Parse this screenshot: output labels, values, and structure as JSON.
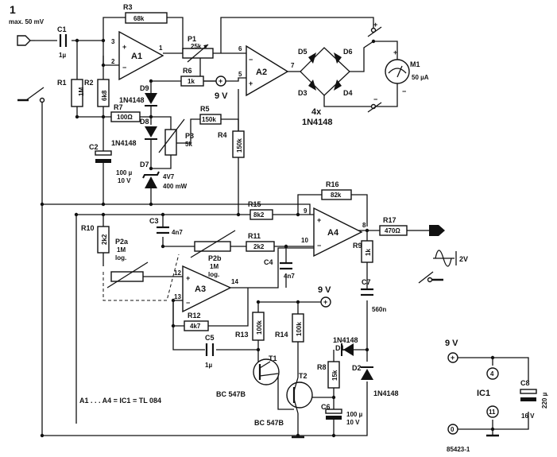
{
  "figure_number": "1",
  "input_label": "max. 50 mV",
  "supply_plus": "9 V",
  "output_amplitude": "2V",
  "ic_note": "A1 . . . A4 = IC1 = TL 084",
  "diagram_id": "85423-1",
  "amplifiers": {
    "a1": "A1",
    "a2": "A2",
    "a3": "A3",
    "a4": "A4"
  },
  "pins": {
    "a1_in_plus": "3",
    "a1_in_minus": "2",
    "a1_out": "1",
    "a2_in_plus": "6",
    "a2_in_minus": "5",
    "a2_out": "7",
    "a3_in_plus": "12",
    "a3_in_minus": "13",
    "a3_out": "14",
    "a4_in_plus": "9",
    "a4_in_minus": "10",
    "a4_out": "8",
    "ic1_vcc": "4",
    "ic1_gnd": "11"
  },
  "resistors": {
    "r1": {
      "name": "R1",
      "value": "1M"
    },
    "r2": {
      "name": "R2",
      "value": "6k8"
    },
    "r3": {
      "name": "R3",
      "value": "68k"
    },
    "r4": {
      "name": "R4",
      "value": "150k"
    },
    "r5": {
      "name": "R5",
      "value": "150k"
    },
    "r6": {
      "name": "R6",
      "value": "1k"
    },
    "r7": {
      "name": "R7",
      "value": "100Ω"
    },
    "r8": {
      "name": "R8",
      "value": "15k"
    },
    "r9": {
      "name": "R9",
      "value": "1k"
    },
    "r10": {
      "name": "R10",
      "value": "2k2"
    },
    "r11": {
      "name": "R11",
      "value": "2k2"
    },
    "r12": {
      "name": "R12",
      "value": "4k7"
    },
    "r13": {
      "name": "R13",
      "value": "100k"
    },
    "r14": {
      "name": "R14",
      "value": "100k"
    },
    "r15": {
      "name": "R15",
      "value": "8k2"
    },
    "r16": {
      "name": "R16",
      "value": "82k"
    },
    "r17": {
      "name": "R17",
      "value": "470Ω"
    }
  },
  "potentiometers": {
    "p1": {
      "name": "P1",
      "value": "25k"
    },
    "p3": {
      "name": "P3",
      "value": "5k"
    },
    "p2a": {
      "name": "P2a",
      "value": "1M",
      "taper": "log."
    },
    "p2b": {
      "name": "P2b",
      "value": "1M",
      "taper": "log."
    }
  },
  "capacitors": {
    "c1": {
      "name": "C1",
      "value": "1µ"
    },
    "c2": {
      "name": "C2",
      "value": "100 µ",
      "voltage": "10 V"
    },
    "c3": {
      "name": "C3",
      "value": "4n7"
    },
    "c4": {
      "name": "C4",
      "value": "4n7"
    },
    "c5": {
      "name": "C5",
      "value": "1µ"
    },
    "c6": {
      "name": "C6",
      "value": "100 µ",
      "voltage": "10 V"
    },
    "c7": {
      "name": "C7",
      "value": "560n"
    },
    "c8": {
      "name": "C8",
      "value": "220 µ",
      "voltage": "16 V"
    }
  },
  "diodes": {
    "d1": {
      "name": "D1",
      "type": "1N4148"
    },
    "d2": {
      "name": "D2",
      "type": "1N4148"
    },
    "d7": {
      "name": "D7",
      "type": "4V7",
      "rating": "400 mW"
    },
    "d8": {
      "name": "D8",
      "type": "1N4148"
    },
    "d9": {
      "name": "D9",
      "type": "1N4148"
    },
    "bridge": {
      "d3": "D3",
      "d4": "D4",
      "d5": "D5",
      "d6": "D6",
      "count": "4x",
      "type": "1N4148"
    }
  },
  "transistors": {
    "t1": {
      "name": "T1",
      "type": "BC 547B"
    },
    "t2": {
      "name": "T2",
      "type": "BC 547B"
    }
  },
  "meter": {
    "name": "M1",
    "value": "50 µA"
  },
  "ic1": {
    "name": "IC1"
  }
}
